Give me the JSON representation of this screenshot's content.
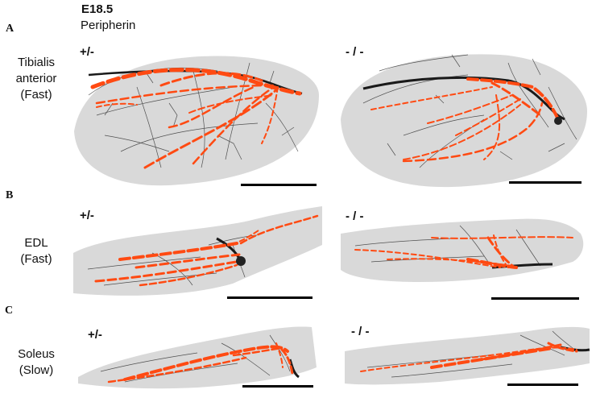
{
  "header": {
    "stage": "E18.5",
    "stain": "Peripherin"
  },
  "rows": [
    {
      "letter": "A",
      "muscle": "Tibialis",
      "muscle_line2": "anterior",
      "fiber": "(Fast)"
    },
    {
      "letter": "B",
      "muscle": "EDL",
      "fiber": "(Fast)"
    },
    {
      "letter": "C",
      "muscle": "Soleus",
      "fiber": "(Slow)"
    }
  ],
  "genotypes": {
    "het": "+/-",
    "ko": "- / -"
  },
  "colors": {
    "trace": "#ff4a12",
    "nerve": "#1a1a1a",
    "tissue": "#d9d9d9"
  }
}
